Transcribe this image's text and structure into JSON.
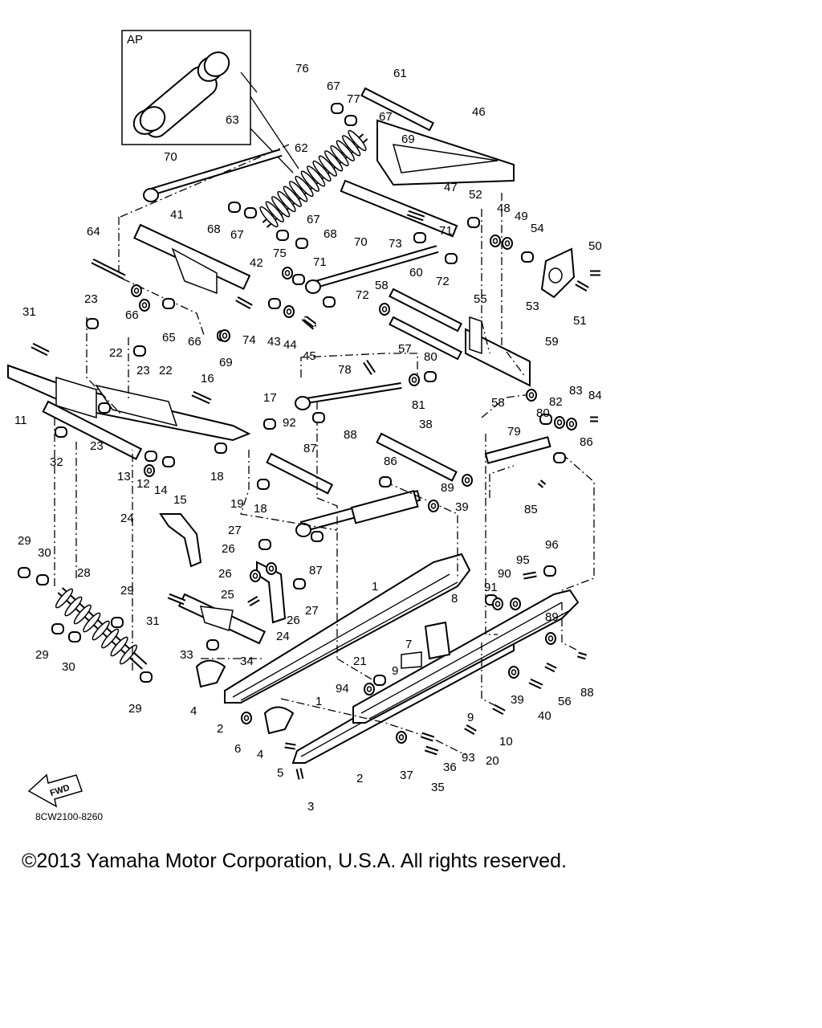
{
  "diagram": {
    "inset_label": "AP",
    "code": "8CW2100-8260",
    "fwd_label": "FWD",
    "callouts": [
      "1",
      "2",
      "3",
      "4",
      "5",
      "6",
      "7",
      "8",
      "9",
      "10",
      "11",
      "12",
      "13",
      "14",
      "15",
      "16",
      "17",
      "18",
      "19",
      "20",
      "21",
      "22",
      "23",
      "24",
      "25",
      "26",
      "27",
      "28",
      "29",
      "30",
      "31",
      "32",
      "33",
      "34",
      "35",
      "36",
      "37",
      "38",
      "39",
      "40",
      "41",
      "42",
      "43",
      "44",
      "45",
      "46",
      "47",
      "48",
      "49",
      "50",
      "51",
      "52",
      "53",
      "54",
      "55",
      "56",
      "57",
      "58",
      "59",
      "60",
      "61",
      "62",
      "63",
      "64",
      "65",
      "66",
      "67",
      "68",
      "69",
      "70",
      "71",
      "72",
      "73",
      "74",
      "75",
      "76",
      "77",
      "78",
      "79",
      "80",
      "81",
      "82",
      "83",
      "84",
      "85",
      "86",
      "87",
      "88",
      "89",
      "90",
      "91",
      "92",
      "93",
      "94",
      "95",
      "96"
    ]
  },
  "footer": {
    "copyright": "©2013 Yamaha Motor Corporation, U.S.A. All rights reserved."
  }
}
